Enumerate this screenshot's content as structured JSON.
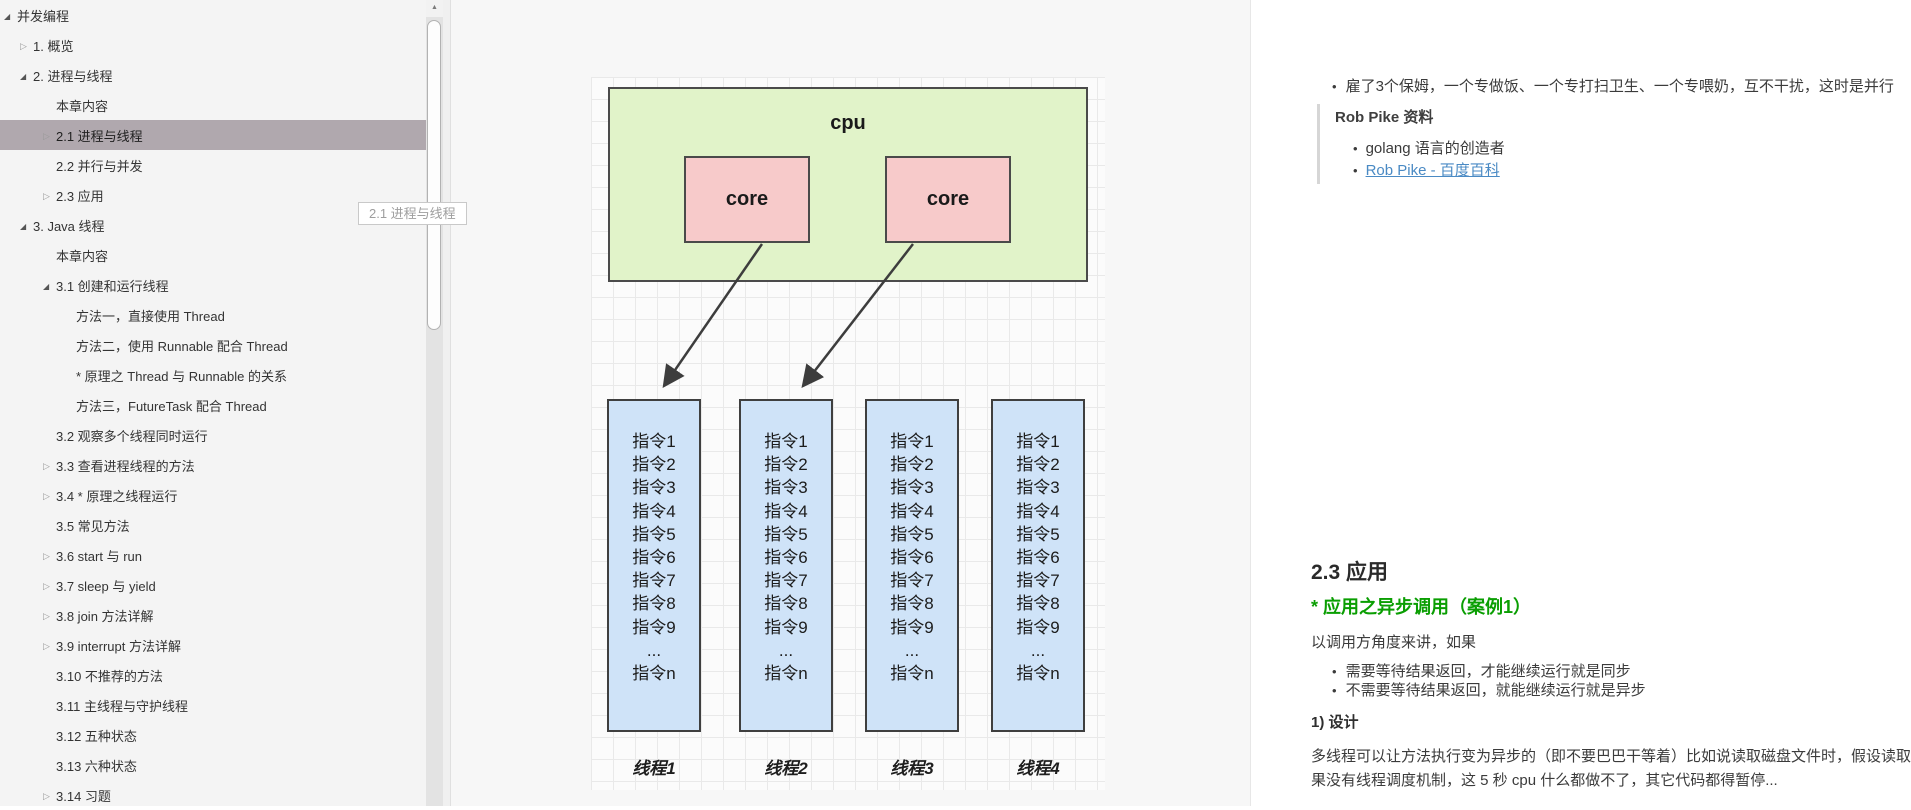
{
  "colors": {
    "selection": "#b0a8ae",
    "link": "#4a8ac4",
    "green_heading": "#0a9e02",
    "cpu_fill": "#e1f3c9",
    "core_fill": "#f7caca",
    "thread_fill": "#cfe3f8",
    "diagram_stroke": "#4a4a4a"
  },
  "sidebar": {
    "tooltip": "2.1 进程与线程",
    "items": [
      {
        "label": "并发编程",
        "level": 0,
        "toggle": "expanded"
      },
      {
        "label": "1. 概览",
        "level": 1,
        "toggle": "collapsed"
      },
      {
        "label": "2. 进程与线程",
        "level": 1,
        "toggle": "expanded"
      },
      {
        "label": "本章内容",
        "level": 2,
        "toggle": "none"
      },
      {
        "label": "2.1 进程与线程",
        "level": 2,
        "toggle": "collapsed",
        "selected": true
      },
      {
        "label": "2.2 并行与并发",
        "level": 2,
        "toggle": "none"
      },
      {
        "label": "2.3 应用",
        "level": 2,
        "toggle": "collapsed"
      },
      {
        "label": "3. Java 线程",
        "level": 1,
        "toggle": "expanded"
      },
      {
        "label": "本章内容",
        "level": 2,
        "toggle": "none"
      },
      {
        "label": "3.1 创建和运行线程",
        "level": 2,
        "toggle": "expanded"
      },
      {
        "label": "方法一，直接使用 Thread",
        "level": 3,
        "toggle": "none"
      },
      {
        "label": "方法二，使用 Runnable 配合 Thread",
        "level": 3,
        "toggle": "none"
      },
      {
        "label": "* 原理之 Thread 与 Runnable 的关系",
        "level": 3,
        "toggle": "none"
      },
      {
        "label": "方法三，FutureTask 配合 Thread",
        "level": 3,
        "toggle": "none"
      },
      {
        "label": "3.2 观察多个线程同时运行",
        "level": 2,
        "toggle": "none"
      },
      {
        "label": "3.3 查看进程线程的方法",
        "level": 2,
        "toggle": "collapsed"
      },
      {
        "label": "3.4 * 原理之线程运行",
        "level": 2,
        "toggle": "collapsed"
      },
      {
        "label": "3.5 常见方法",
        "level": 2,
        "toggle": "none"
      },
      {
        "label": "3.6 start 与 run",
        "level": 2,
        "toggle": "collapsed"
      },
      {
        "label": "3.7 sleep 与 yield",
        "level": 2,
        "toggle": "collapsed"
      },
      {
        "label": "3.8 join 方法详解",
        "level": 2,
        "toggle": "collapsed"
      },
      {
        "label": "3.9 interrupt 方法详解",
        "level": 2,
        "toggle": "collapsed"
      },
      {
        "label": "3.10 不推荐的方法",
        "level": 2,
        "toggle": "none"
      },
      {
        "label": "3.11 主线程与守护线程",
        "level": 2,
        "toggle": "none"
      },
      {
        "label": "3.12 五种状态",
        "level": 2,
        "toggle": "none"
      },
      {
        "label": "3.13 六种状态",
        "level": 2,
        "toggle": "none"
      },
      {
        "label": "3.14 习题",
        "level": 2,
        "toggle": "collapsed"
      }
    ]
  },
  "diagram": {
    "cpu_label": "cpu",
    "core_label": "core",
    "instructions": [
      "指令1",
      "指令2",
      "指令3",
      "指令4",
      "指令5",
      "指令6",
      "指令7",
      "指令8",
      "指令9",
      "...",
      "指令n"
    ],
    "thread_captions": [
      "线程1",
      "线程2",
      "线程3",
      "线程4"
    ]
  },
  "content": {
    "bullet_parallel": "雇了3个保姆，一个专做饭、一个专打扫卫生、一个专喂奶，互不干扰，这时是并行",
    "quote_title": "Rob Pike 资料",
    "quote_item_1": "golang 语言的创造者",
    "quote_link": "Rob Pike - 百度百科",
    "heading": "2.3 应用",
    "subheading": "* 应用之异步调用（案例1）",
    "intro": "以调用方角度来讲，如果",
    "bullet_sync": "需要等待结果返回，才能继续运行就是同步",
    "bullet_async": "不需要等待结果返回，就能继续运行就是异步",
    "design_label": "1) 设计",
    "para_line1": "多线程可以让方法执行变为异步的（即不要巴巴干等着）比如说读取磁盘文件时，假设读取",
    "para_line2": "果没有线程调度机制，这 5 秒 cpu 什么都做不了，其它代码都得暂停..."
  }
}
